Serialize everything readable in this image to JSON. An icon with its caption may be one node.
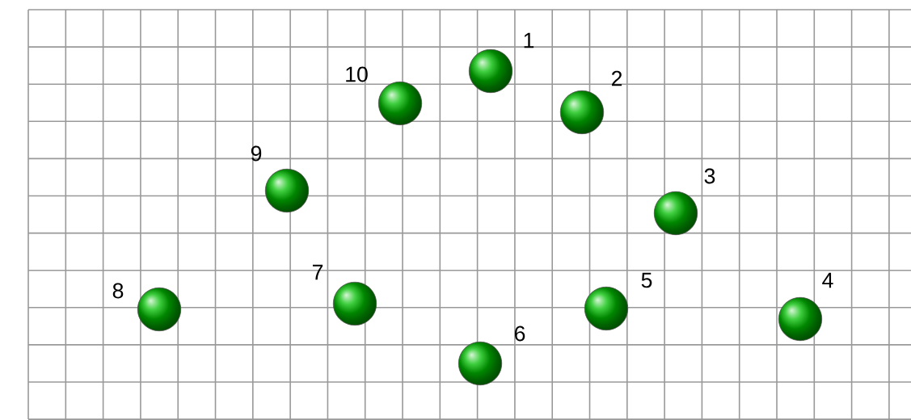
{
  "diagram": {
    "nodes": [
      {
        "text": [],
        "shape": "circle",
        "beside": [
          "1"
        ]
      },
      {
        "text": [],
        "shape": "circle",
        "beside": [
          "2"
        ]
      },
      {
        "text": [],
        "shape": "circle",
        "beside": [
          "3"
        ]
      },
      {
        "text": [],
        "shape": "circle",
        "beside": [
          "4"
        ]
      },
      {
        "text": [],
        "shape": "circle",
        "beside": [
          "5"
        ]
      },
      {
        "text": [],
        "shape": "circle",
        "beside": [
          "6"
        ]
      },
      {
        "text": [],
        "shape": "circle",
        "beside": [
          "7"
        ]
      },
      {
        "text": [],
        "shape": "circle",
        "beside": [
          "8"
        ]
      },
      {
        "text": [],
        "shape": "circle",
        "beside": [
          "9"
        ]
      },
      {
        "text": [],
        "shape": "circle",
        "beside": [
          "10"
        ]
      }
    ]
  }
}
